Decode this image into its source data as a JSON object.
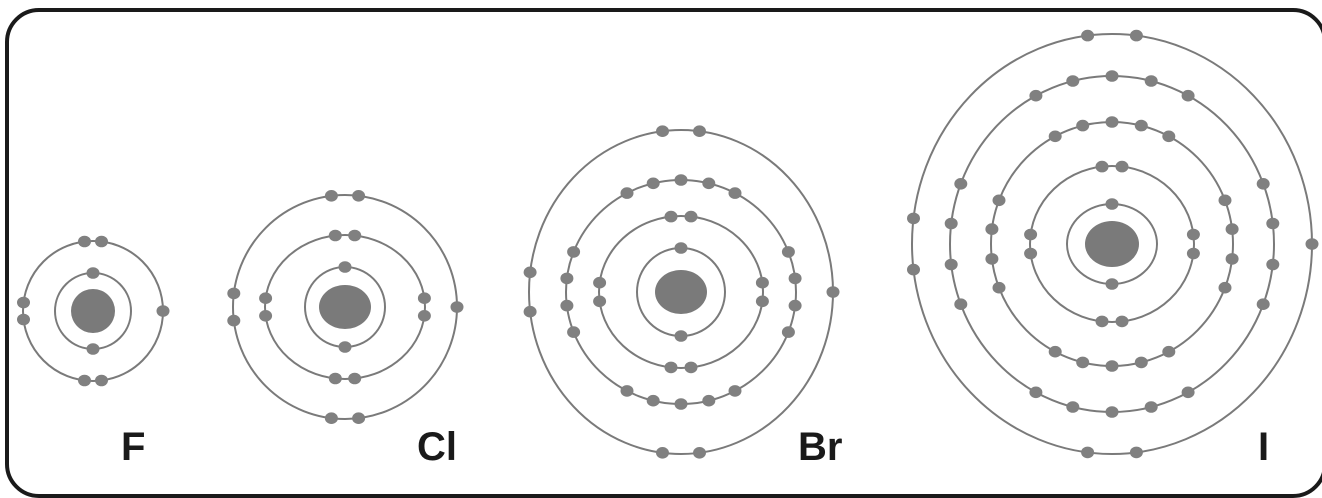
{
  "atoms": [
    {
      "symbol": "F",
      "shells": [
        2,
        7
      ]
    },
    {
      "symbol": "Cl",
      "shells": [
        2,
        8,
        7
      ]
    },
    {
      "symbol": "Br",
      "shells": [
        2,
        8,
        18,
        7
      ]
    },
    {
      "symbol": "I",
      "shells": [
        2,
        8,
        18,
        18,
        7
      ]
    }
  ],
  "colors": {
    "shell_line": "#7a7a7a",
    "electron": "#808080",
    "nucleus": "#7a7a7a",
    "frame": "#1a1a1a"
  }
}
